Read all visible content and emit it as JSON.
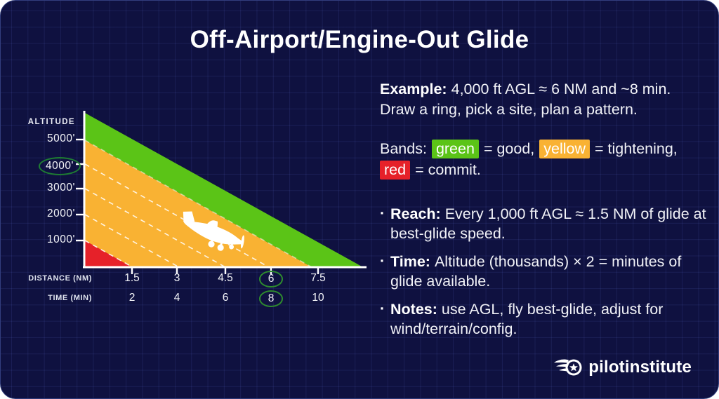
{
  "title": "Off-Airport/Engine-Out Glide",
  "chart": {
    "y_axis_label": "ALTITUDE",
    "altitude_ticks": [
      "5000'",
      "4000'",
      "3000'",
      "2000'",
      "1000'"
    ],
    "circled_altitude": "4000'",
    "distance_axis_label": "DISTANCE (NM)",
    "distance_ticks": [
      "1.5",
      "3",
      "4.5",
      "6",
      "7.5"
    ],
    "circled_distance": "6",
    "time_axis_label": "TIME (MIN)",
    "time_ticks": [
      "2",
      "4",
      "6",
      "8",
      "10"
    ],
    "circled_time": "8"
  },
  "chart_data": {
    "type": "area",
    "title": "Off-Airport/Engine-Out Glide",
    "xlabel": "DISTANCE (NM)",
    "x2label": "TIME (MIN)",
    "ylabel": "ALTITUDE",
    "x_nm": [
      1.5,
      3,
      4.5,
      6,
      7.5
    ],
    "time_min": [
      2,
      4,
      6,
      8,
      10
    ],
    "altitude_ft": [
      1000,
      2000,
      3000,
      4000,
      5000
    ],
    "relationship": "Every 1,000 ft AGL ≈ 1.5 NM ≈ 2 min of glide",
    "highlighted_point": {
      "altitude_ft": 4000,
      "distance_nm": 6,
      "time_min": 8
    },
    "bands": [
      {
        "name": "green",
        "meaning": "good",
        "color": "#5bc417"
      },
      {
        "name": "yellow",
        "meaning": "tightening",
        "color": "#f9b233"
      },
      {
        "name": "red",
        "meaning": "commit",
        "color": "#e62129"
      }
    ],
    "xlim": [
      0,
      9
    ],
    "ylim": [
      0,
      6000
    ],
    "grid": true,
    "legend_position": "none",
    "annotations": [
      "airplane silhouette inside yellow band",
      "dashed guide lines parallel to glide slope"
    ]
  },
  "example": {
    "label": "Example:",
    "line1": "4,000 ft AGL ≈ 6 NM and ~8 min.",
    "line2": "Draw a ring, pick a site, plan a pattern."
  },
  "bands": {
    "prefix": "Bands:",
    "green_chip": "green",
    "after_green": "= good,",
    "yellow_chip": "yellow",
    "after_yellow": "= tightening,",
    "red_chip": "red",
    "after_red": "= commit."
  },
  "bullets_meta": {
    "marker": "·"
  },
  "bullets": [
    {
      "label": "Reach:",
      "text": "Every 1,000 ft AGL ≈ 1.5 NM of glide at best-glide speed."
    },
    {
      "label": "Time:",
      "text": "Altitude (thousands) × 2 = minutes of glide available."
    },
    {
      "label": "Notes:",
      "text": "use AGL, fly best-glide, adjust for wind/terrain/config."
    }
  ],
  "footer": {
    "brand": "pilotinstitute"
  },
  "colors": {
    "background": "#0f1140",
    "grid_line": "#2a3573",
    "band_green": "#5bc417",
    "band_yellow": "#f9b233",
    "band_red": "#e62129",
    "circle_annotation_green": "#1e7d32",
    "text": "#f1f2f7"
  }
}
